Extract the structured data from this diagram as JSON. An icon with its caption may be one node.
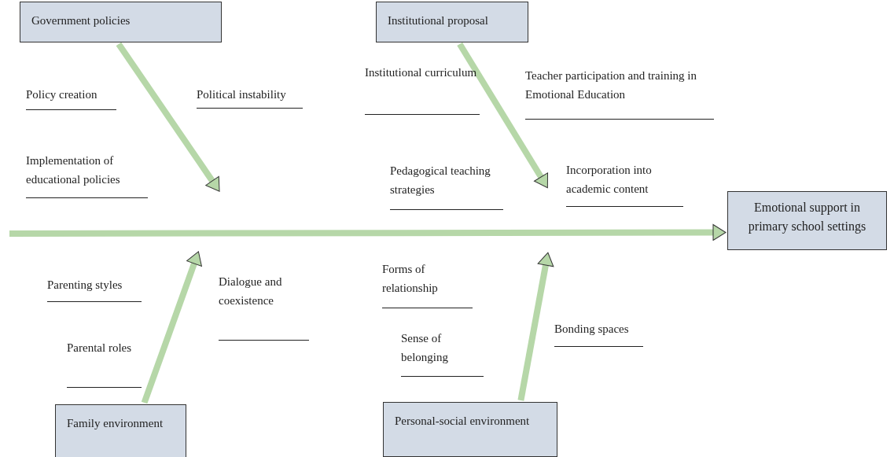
{
  "diagram": {
    "nodes": [
      {
        "text": [
          "Government policies"
        ]
      },
      {
        "text": [
          "Institutional proposal"
        ]
      },
      {
        "text": [
          "Emotional support in primary school settings"
        ]
      },
      {
        "text": [
          "Family environment"
        ]
      },
      {
        "text": [
          "Personal-social environment"
        ]
      }
    ],
    "edges": [
      {
        "from": null,
        "to": 2,
        "arrow": "to"
      },
      {
        "from": 0,
        "to": null,
        "arrow": "to"
      },
      {
        "from": 1,
        "to": null,
        "arrow": "to"
      },
      {
        "from": 3,
        "to": null,
        "arrow": "to"
      },
      {
        "from": 4,
        "to": null,
        "arrow": "to"
      }
    ],
    "labels": [
      "Policy creation",
      "Political instability",
      "Institutional curriculum",
      "Teacher participation and training in Emotional Education",
      "Implementation of educational policies",
      "Pedagogical teaching strategies",
      "Incorporation into academic content",
      "Forms of relationship",
      "Parenting styles",
      "Dialogue and coexistence",
      "Sense of belonging",
      "Bonding spaces",
      "Parental roles"
    ]
  }
}
